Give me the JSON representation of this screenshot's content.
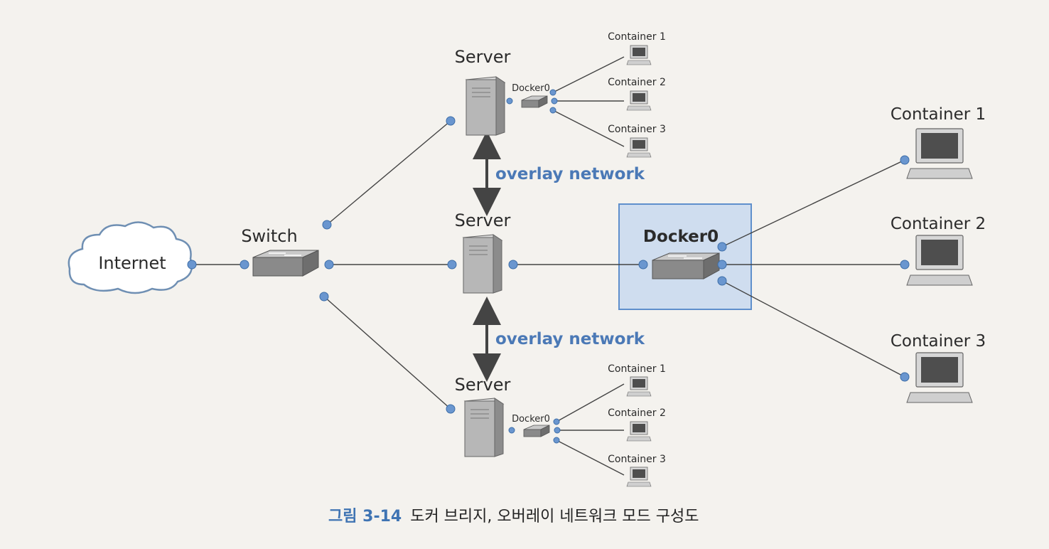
{
  "internet_label": "Internet",
  "switch_label": "Switch",
  "server_labels": [
    "Server",
    "Server",
    "Server"
  ],
  "overlay_labels": [
    "overlay network",
    "overlay network"
  ],
  "docker0_main": "Docker0",
  "docker0_small": [
    "Docker0",
    "Docker0"
  ],
  "containers_top": [
    "Container 1",
    "Container 2",
    "Container 3"
  ],
  "containers_mid": [
    "Container 1",
    "Container 2",
    "Container 3"
  ],
  "containers_bot": [
    "Container 1",
    "Container 2",
    "Container 3"
  ],
  "caption": {
    "figure": "그림 3-14",
    "text": "도커 브리지, 오버레이 네트워크 모드 구성도"
  },
  "colors": {
    "node_dot": "#6a96cf",
    "overlay_text": "#4b79b6",
    "highlight_fill": "#c8d9ee",
    "highlight_border": "#5f8fcc",
    "caption_figure": "#3f74b3"
  }
}
